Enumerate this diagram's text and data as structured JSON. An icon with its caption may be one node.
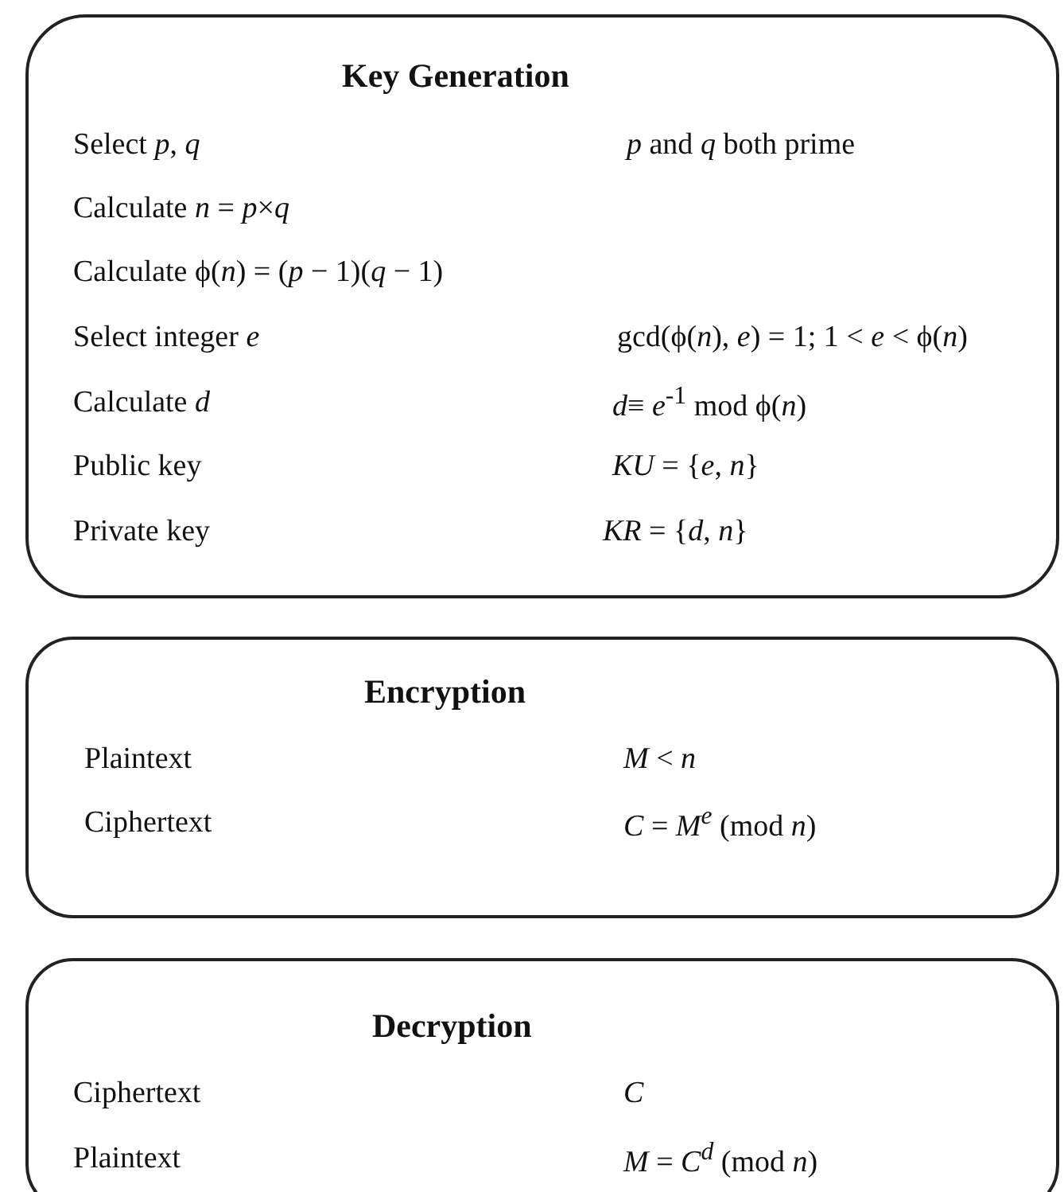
{
  "diagram": {
    "nodes": [
      {
        "text": [
          "Key Generation",
          "Select *p*, *q*",
          "*p* and *q* both prime",
          "Calculate *n* = *p*×*q*",
          "Calculate  ϕ(*n*) = (*p* − 1)(*q* − 1)",
          "Select integer *e*",
          "gcd(ϕ(*n*), *e*) = 1; 1 < *e* < ϕ(*n*)",
          "Calculate *d*",
          "*d*≡ *e*$^{-1}$ mod ϕ(*n*)",
          "Public key",
          "*KU* = {*e*, *n*}",
          "Private key",
          "*KR* = {*d*, *n*}"
        ]
      },
      {
        "text": [
          "Encryption",
          "Plaintext",
          "*M* < *n*",
          "Ciphertext",
          "*C* = *M*$^{e}$ (mod *n*)"
        ]
      },
      {
        "text": [
          "Decryption",
          "Ciphertext",
          "*C*",
          "Plaintext",
          "*M* = *C*$^{d}$ (mod *n*)"
        ]
      }
    ]
  }
}
